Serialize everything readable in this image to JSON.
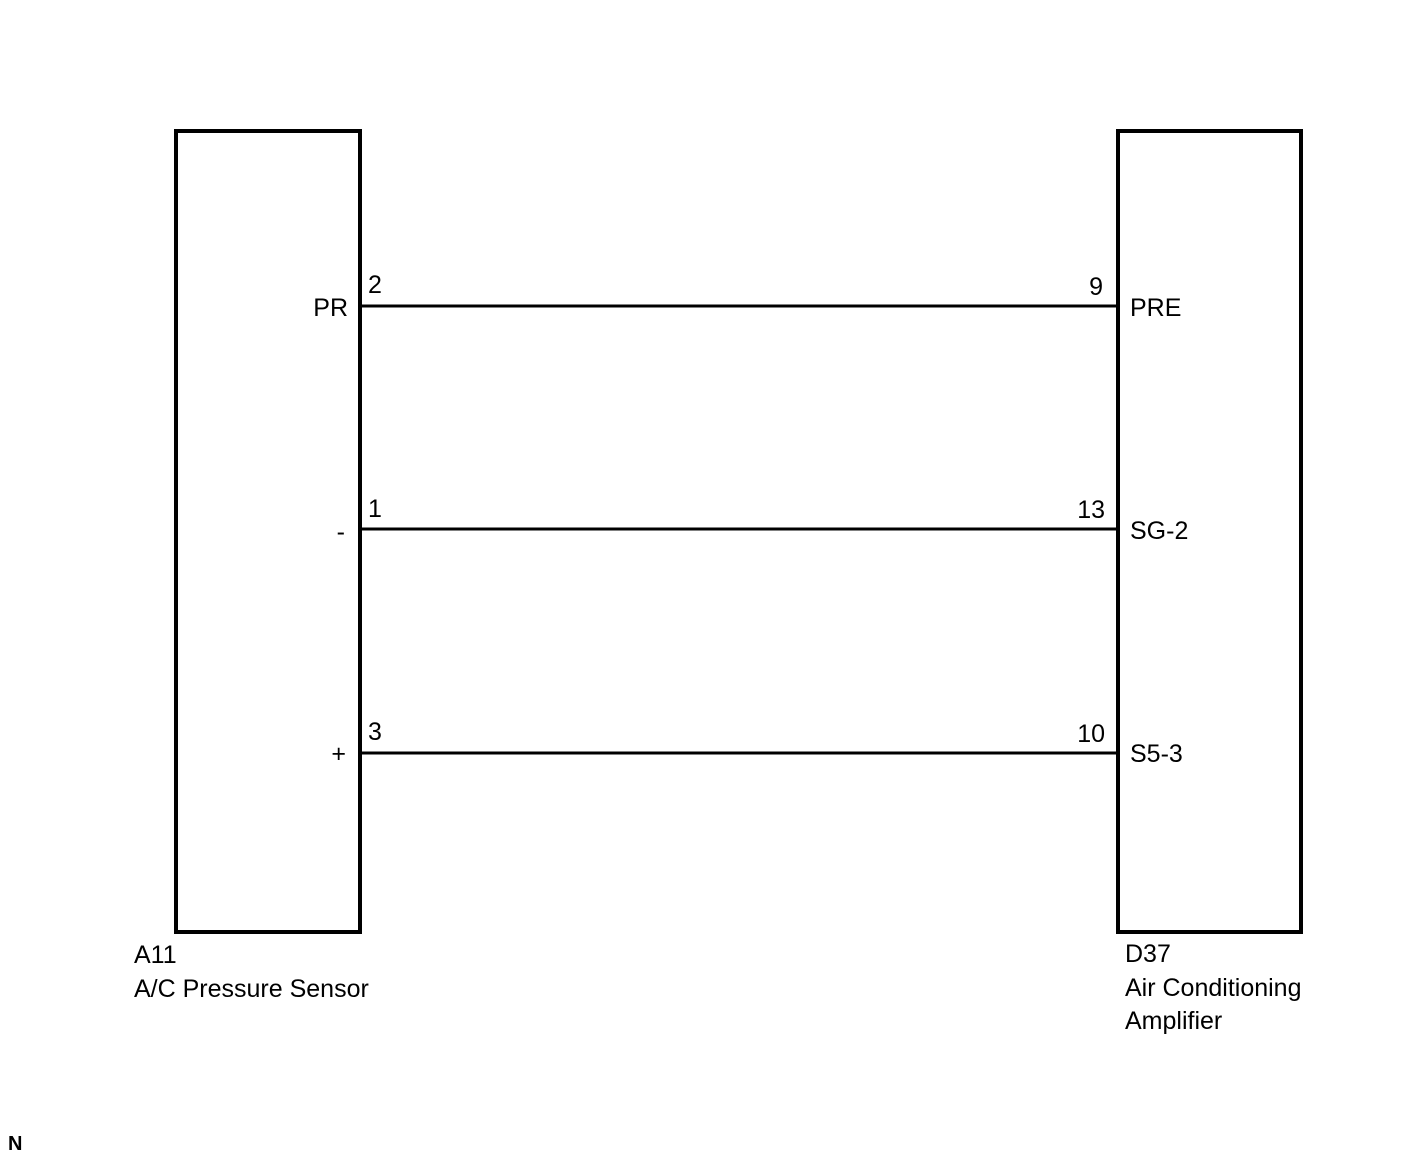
{
  "left_component": {
    "code": "A11",
    "name": "A/C Pressure Sensor"
  },
  "right_component": {
    "code": "D37",
    "name_line1": "Air Conditioning",
    "name_line2": "Amplifier"
  },
  "connections": [
    {
      "left_terminal": "PR",
      "left_pin": "2",
      "right_pin": "9",
      "right_terminal": "PRE"
    },
    {
      "left_terminal": "-",
      "left_pin": "1",
      "right_pin": "13",
      "right_terminal": "SG-2"
    },
    {
      "left_terminal": "+",
      "left_pin": "3",
      "right_pin": "10",
      "right_terminal": "S5-3"
    }
  ],
  "corner_mark": "N"
}
